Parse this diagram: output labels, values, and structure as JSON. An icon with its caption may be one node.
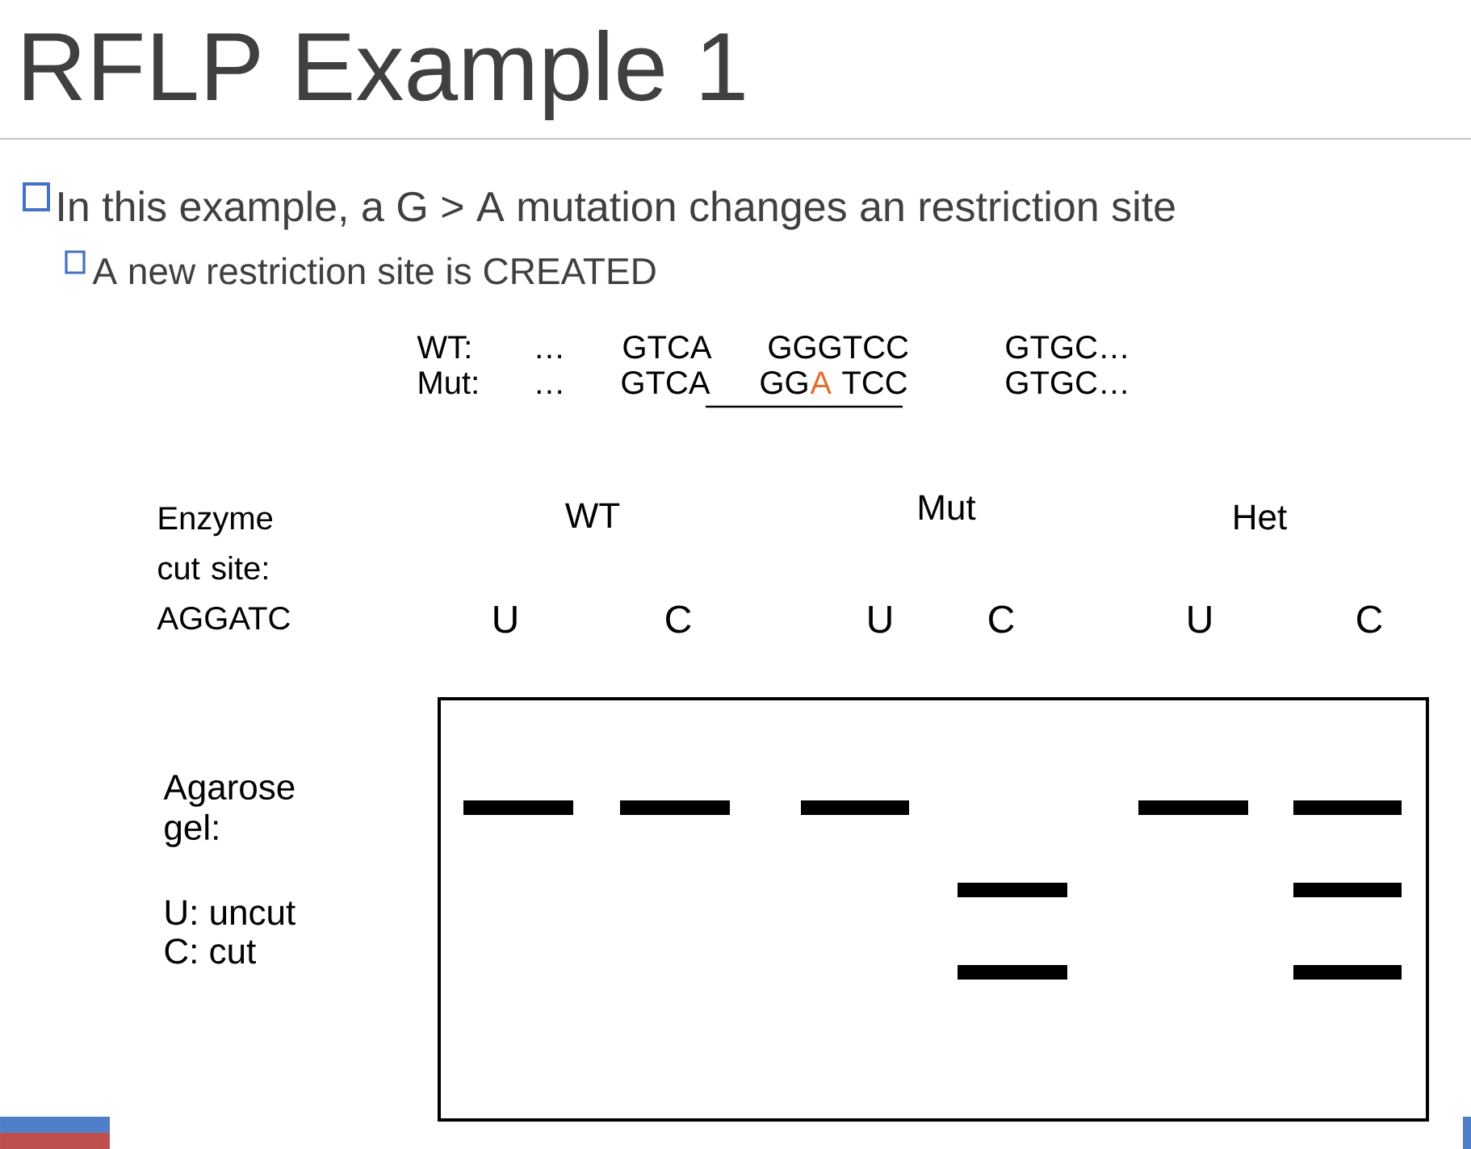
{
  "diagram": {
    "title": "RFLP Example 1",
    "labels": [
      "In this example, a G > A mutation changes an restriction site",
      "A new restriction site is CREATED",
      "WT:",
      "…",
      "GTCA",
      "GGGTCC",
      "GTGC…",
      "Mut:",
      "…",
      "GTCA",
      "GG",
      "A",
      "TCC",
      "GTGC…",
      "Enzyme cut site: AGGATC",
      "WT",
      "Mut",
      "Het",
      "U",
      "C",
      "U",
      "C",
      "U",
      "C",
      "Agarose gel:",
      "U: uncut",
      "C: cut"
    ]
  }
}
